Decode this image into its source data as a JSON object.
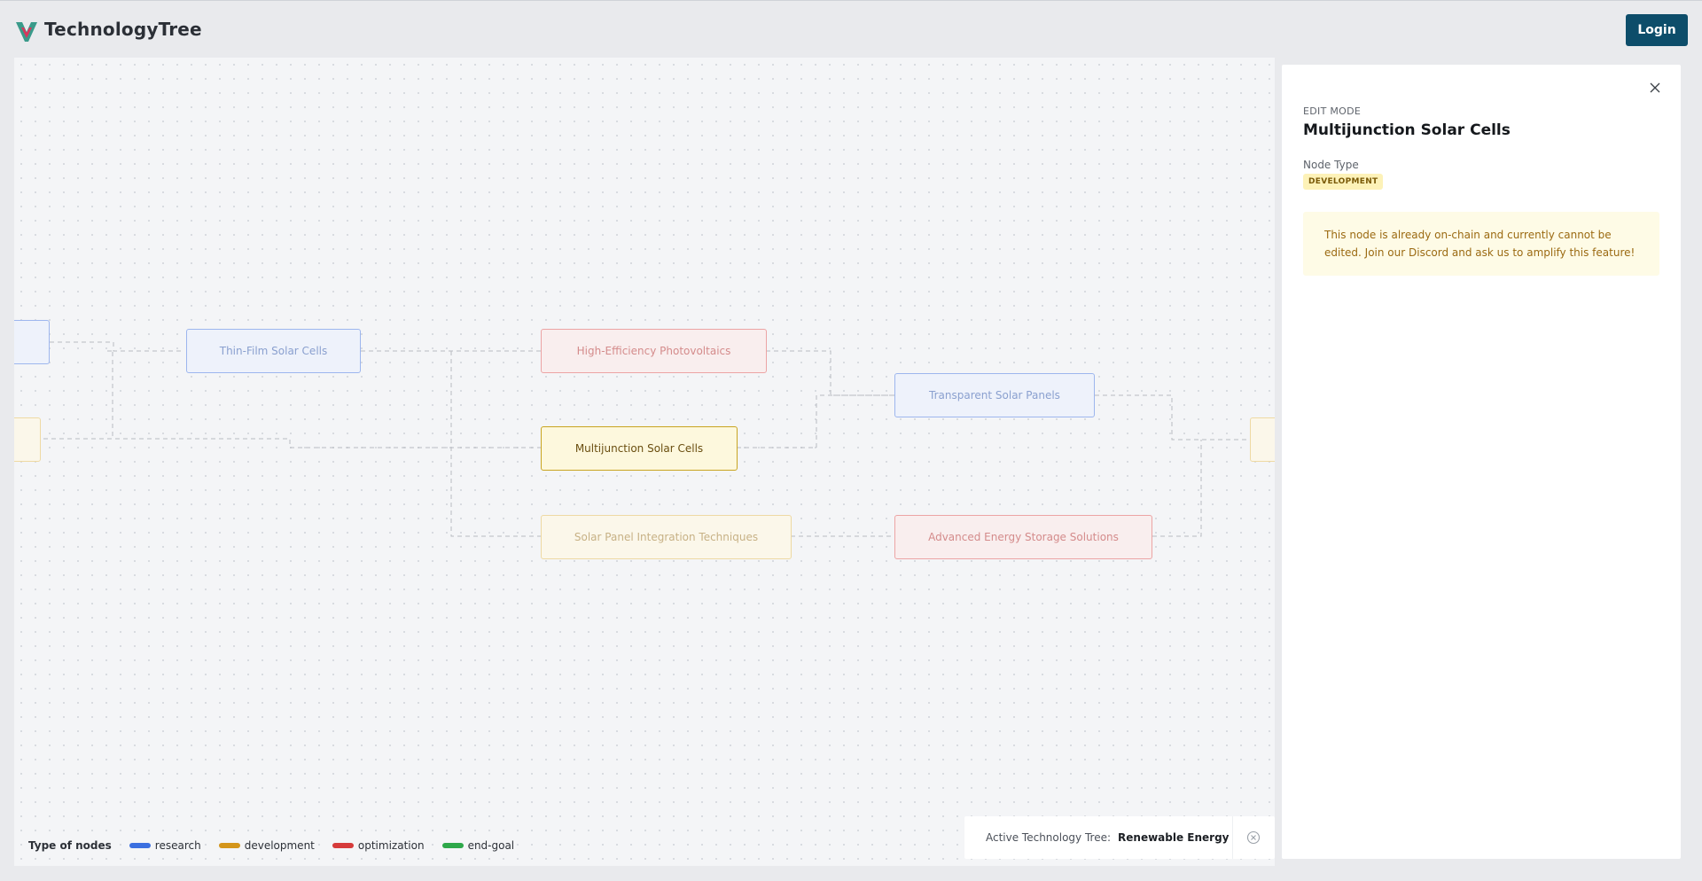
{
  "header": {
    "brand": "TechnologyTree",
    "login_label": "Login"
  },
  "colors": {
    "research": "#3b6fe0",
    "development": "#d4951a",
    "optimization": "#d63b3b",
    "end_goal": "#2ea84a",
    "login_button": "#0d4d6a"
  },
  "nodes": {
    "thin_film": {
      "label": "Thin-Film Solar Cells",
      "type": "research"
    },
    "high_efficiency": {
      "label": "High-Efficiency Photovoltaics",
      "type": "optimization"
    },
    "multijunction": {
      "label": "Multijunction Solar Cells",
      "type": "development"
    },
    "integration": {
      "label": "Solar Panel Integration Techniques",
      "type": "development"
    },
    "transparent": {
      "label": "Transparent Solar Panels",
      "type": "research"
    },
    "storage": {
      "label": "Advanced Energy Storage Solutions",
      "type": "optimization"
    }
  },
  "legend": {
    "title": "Type of nodes",
    "items": [
      {
        "label": "research"
      },
      {
        "label": "development"
      },
      {
        "label": "optimization"
      },
      {
        "label": "end-goal"
      }
    ]
  },
  "active_tree": {
    "label": "Active Technology Tree:",
    "value": "Renewable Energy"
  },
  "panel": {
    "mode": "EDIT MODE",
    "title": "Multijunction Solar Cells",
    "node_type_label": "Node Type",
    "node_type_badge": "DEVELOPMENT",
    "notice": "This node is already on-chain and currently cannot be edited. Join our Discord and ask us to amplify this feature!"
  }
}
